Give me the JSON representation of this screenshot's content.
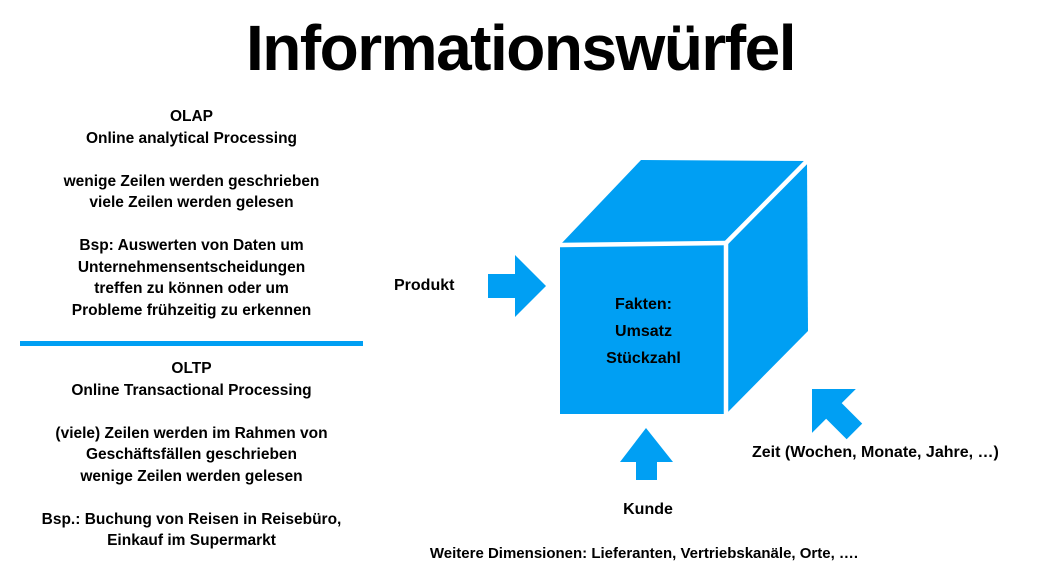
{
  "title": "Informationswürfel",
  "colors": {
    "accent": "#009FF3",
    "text": "#000000",
    "background": "#FFFFFF"
  },
  "left_panel": {
    "olap": {
      "heading": "OLAP",
      "subheading": "Online analytical Processing",
      "lines": [
        "wenige Zeilen werden geschrieben",
        "viele Zeilen werden gelesen"
      ],
      "example": [
        "Bsp: Auswerten von Daten um",
        "Unternehmensentscheidungen",
        "treffen zu können oder um",
        "Probleme frühzeitig zu erkennen"
      ]
    },
    "oltp": {
      "heading": "OLTP",
      "subheading": "Online Transactional Processing",
      "lines": [
        "(viele) Zeilen werden im Rahmen von",
        "Geschäftsfällen geschrieben",
        "wenige Zeilen werden gelesen"
      ],
      "example": [
        "Bsp.: Buchung von Reisen in Reisebüro,",
        "Einkauf im Supermarkt"
      ]
    }
  },
  "cube": {
    "label_lines": [
      "Fakten:",
      "Umsatz",
      "Stückzahl"
    ]
  },
  "dimensions": {
    "produkt": "Produkt",
    "kunde": "Kunde",
    "zeit": "Zeit (Wochen, Monate, Jahre, …)",
    "weitere": "Weitere Dimensionen: Lieferanten, Vertriebskanäle, Orte, …."
  }
}
